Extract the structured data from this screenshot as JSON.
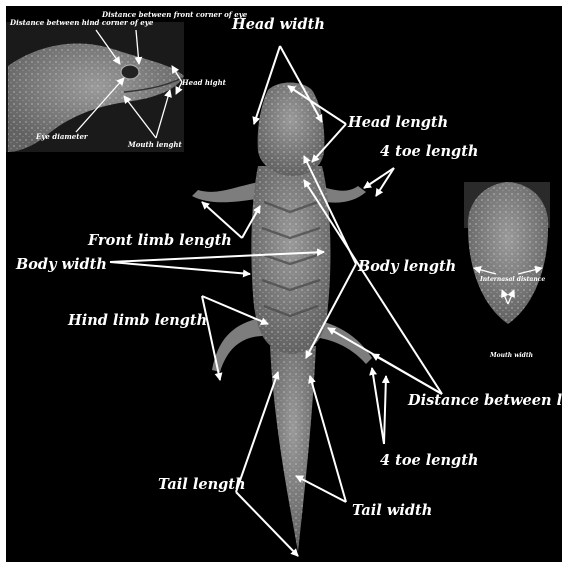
{
  "labels": {
    "head_width": "Head width",
    "head_length": "Head length",
    "toe_length_front": "4 toe length",
    "front_limb_length": "Front limb length",
    "body_width": "Body width",
    "body_length": "Body length",
    "hind_limb_length": "Hind limb length",
    "distance_between_legs": "Distance between legs",
    "toe_length_hind": "4 toe length",
    "tail_length": "Tail length",
    "tail_width": "Tail width"
  },
  "side_view_labels": {
    "distance_hind_corner": "Distance between hind corner of eye",
    "distance_front_corner": "Distance between front corner of eye",
    "head_height": "Head hight",
    "eye_diameter": "Eye diameter",
    "mouth_length": "Mouth lenght"
  },
  "ventral_view_labels": {
    "internasal_distance": "Internasal distance",
    "mouth_width": "Mouth width"
  },
  "colors": {
    "background": "#000000",
    "label": "#ffffff",
    "arrow": "#ffffff",
    "lizard_body": "#8c8c8c",
    "lizard_shade": "#5e5e5e"
  }
}
